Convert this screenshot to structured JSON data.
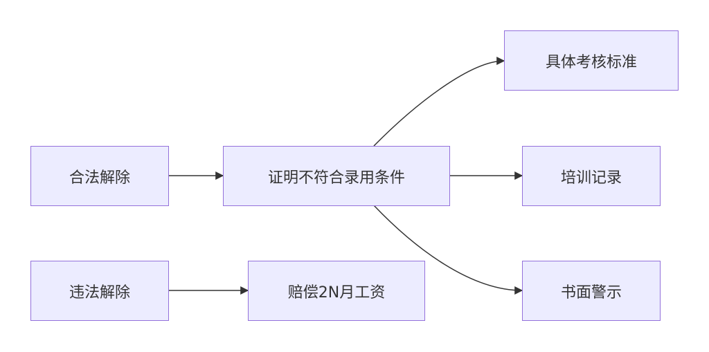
{
  "colors": {
    "node_fill": "#ECECFF",
    "node_border": "#9370DB",
    "edge": "#333333",
    "text": "#333333"
  },
  "nodes": {
    "legal_termination": "合法解除",
    "illegal_termination": "违法解除",
    "prove_unqualified": "证明不符合录用条件",
    "compensation": "赔偿2N月工资",
    "assessment_standard": "具体考核标准",
    "training_record": "培训记录",
    "written_warning": "书面警示"
  },
  "edges": [
    {
      "from": "legal_termination",
      "to": "prove_unqualified"
    },
    {
      "from": "prove_unqualified",
      "to": "assessment_standard"
    },
    {
      "from": "prove_unqualified",
      "to": "training_record"
    },
    {
      "from": "prove_unqualified",
      "to": "written_warning"
    },
    {
      "from": "illegal_termination",
      "to": "compensation"
    }
  ]
}
